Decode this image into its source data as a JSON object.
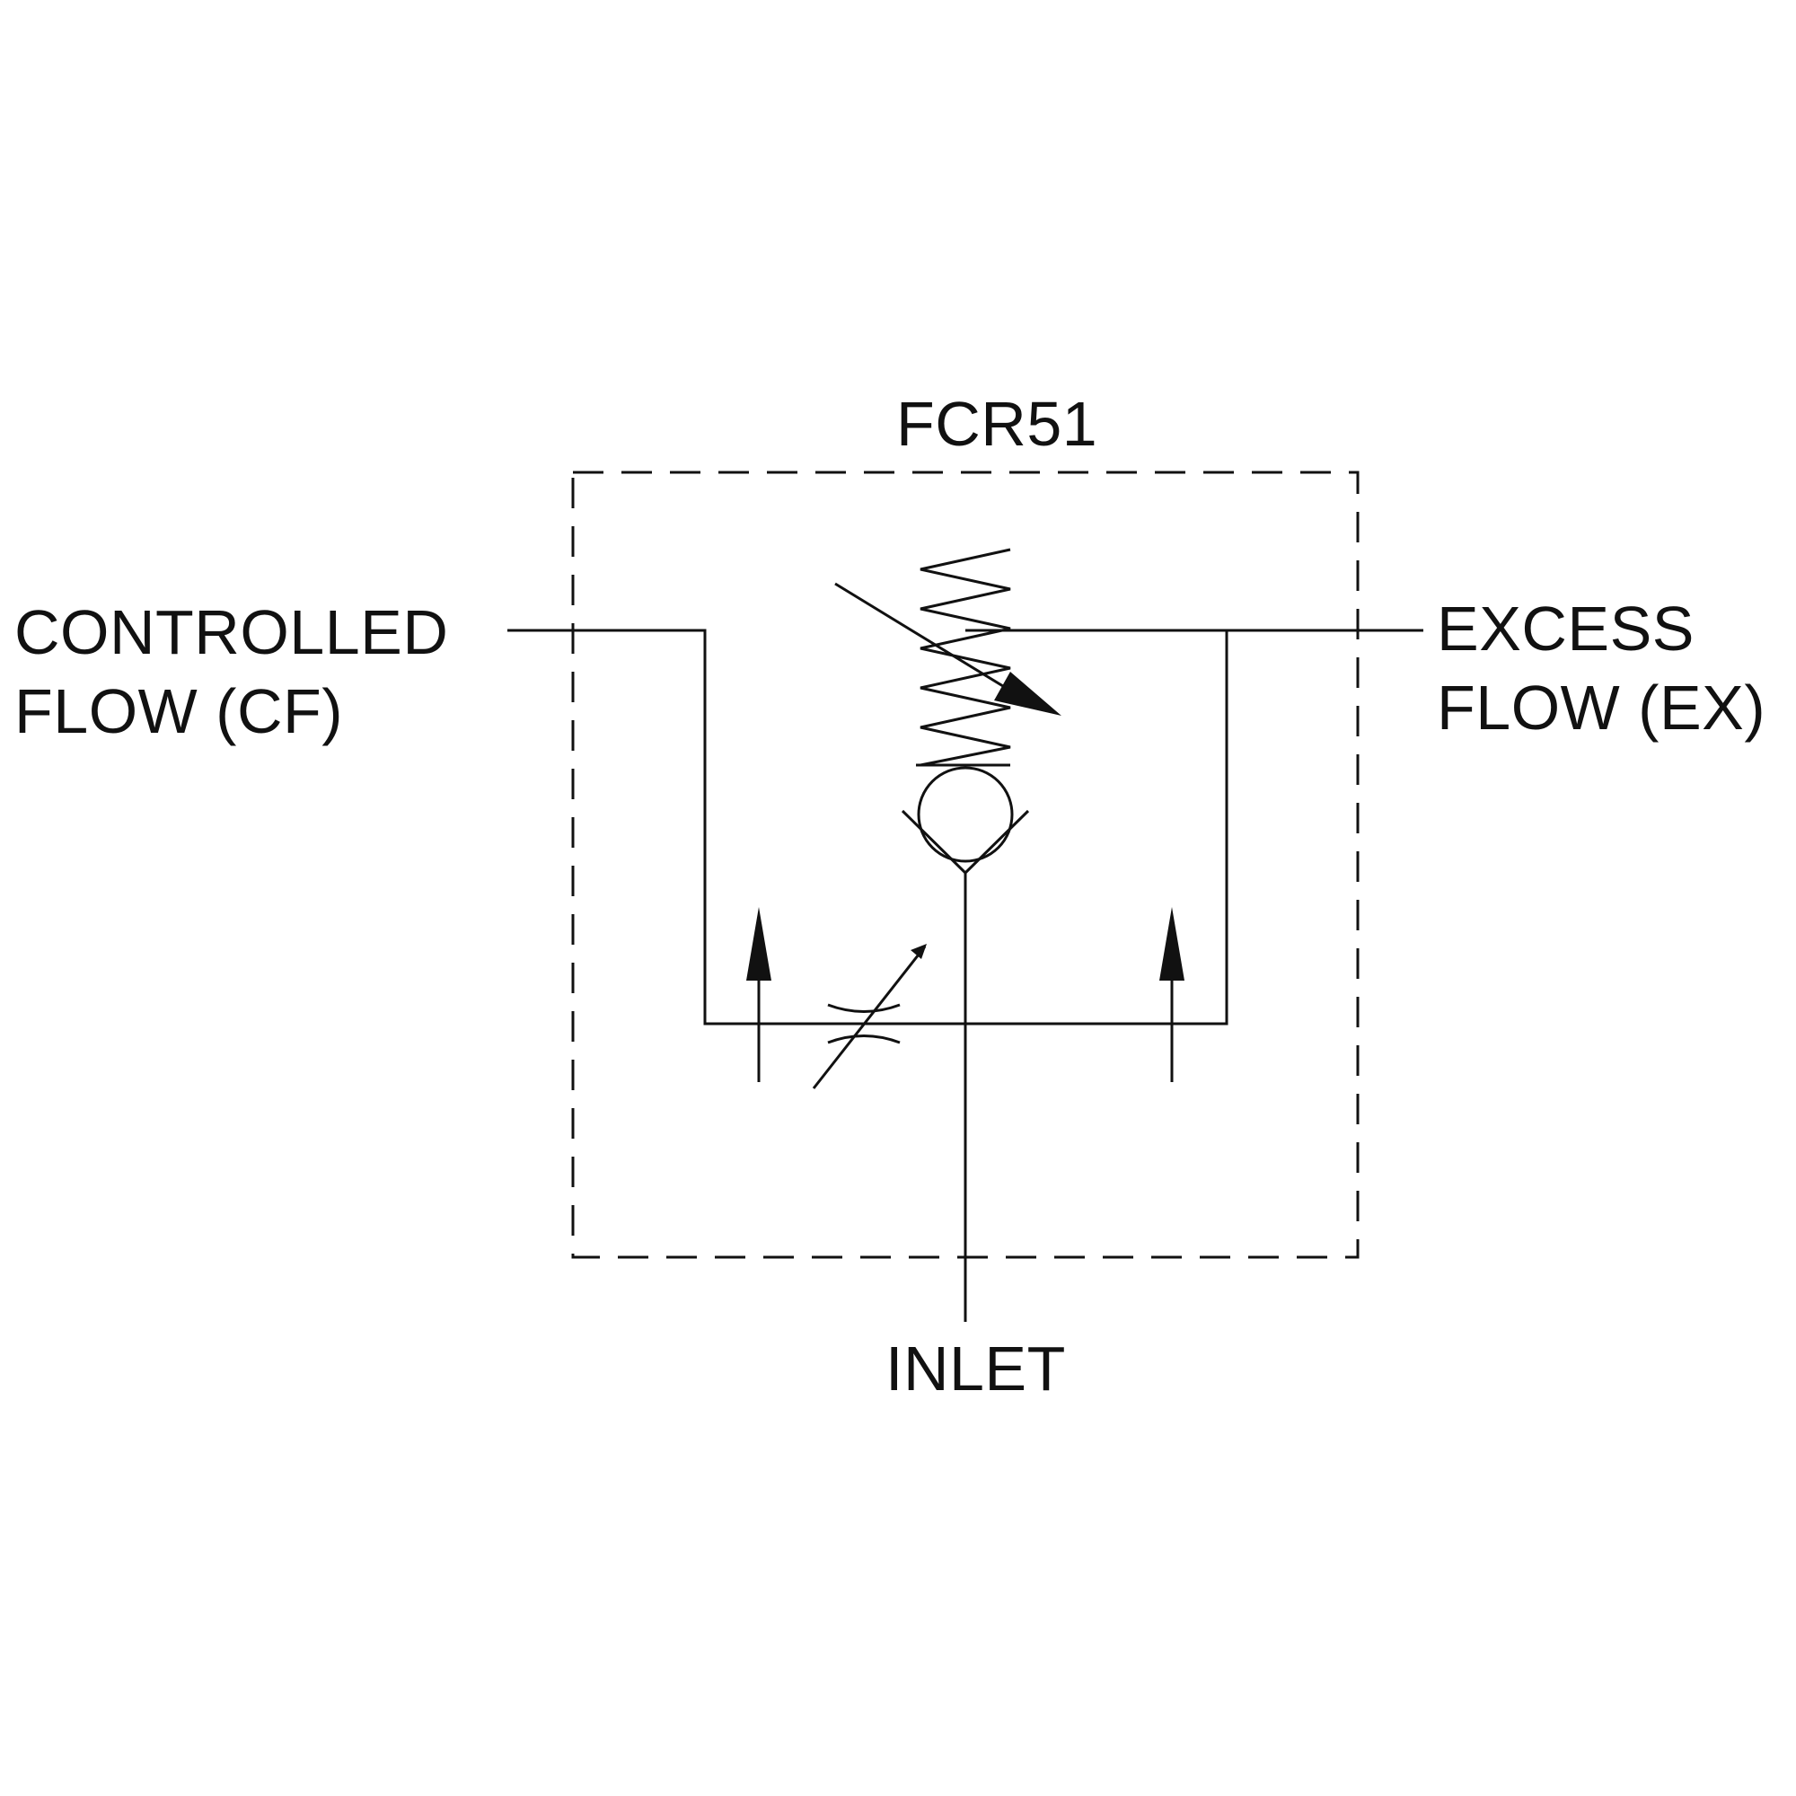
{
  "diagram": {
    "model_label": "FCR51",
    "ports": {
      "controlled_flow": {
        "line1": "CONTROLLED",
        "line2": "FLOW (CF)"
      },
      "excess_flow": {
        "line1": "EXCESS",
        "line2": "FLOW (EX)"
      },
      "inlet": "INLET"
    },
    "colors": {
      "line": "#111111",
      "background": "#ffffff"
    }
  }
}
